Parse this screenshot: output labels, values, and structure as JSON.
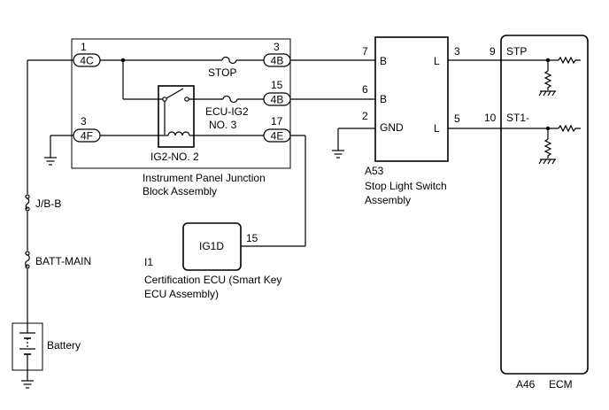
{
  "junction_block": {
    "label_line1": "Instrument Panel Junction",
    "label_line2": "Block Assembly",
    "pin_4c_num": "1",
    "pin_4c": "4C",
    "pin_4f_num": "3",
    "pin_4f": "4F",
    "pin_4b_top_num": "3",
    "pin_4b_top": "4B",
    "pin_4b_mid_num": "15",
    "pin_4b_mid": "4B",
    "pin_4e_num": "17",
    "pin_4e": "4E",
    "fuse_stop": "STOP",
    "fuse_ecu_ig2_line1": "ECU-IG2",
    "fuse_ecu_ig2_line2": "NO. 3",
    "relay_label": "IG2-NO. 2"
  },
  "stop_light_switch": {
    "code": "A53",
    "label_line1": "Stop Light Switch",
    "label_line2": "Assembly",
    "pin7_num": "7",
    "pin7": "B",
    "pin6_num": "6",
    "pin6": "B",
    "pin2_num": "2",
    "pin2": "GND",
    "pin3_num": "3",
    "pin3": "L",
    "pin5_num": "5",
    "pin5": "L"
  },
  "ecm": {
    "code": "A46",
    "name": "ECM",
    "pin9_num": "9",
    "pin9": "STP",
    "pin10_num": "10",
    "pin10": "ST1-"
  },
  "certification_ecu": {
    "code": "I1",
    "label_line1": "Certification ECU (Smart Key",
    "label_line2": "ECU Assembly)",
    "pin_num": "15",
    "pin": "IG1D"
  },
  "fuses": {
    "jb": "J/B-B",
    "batt_main": "BATT-MAIN"
  },
  "battery": {
    "label": "Battery"
  }
}
